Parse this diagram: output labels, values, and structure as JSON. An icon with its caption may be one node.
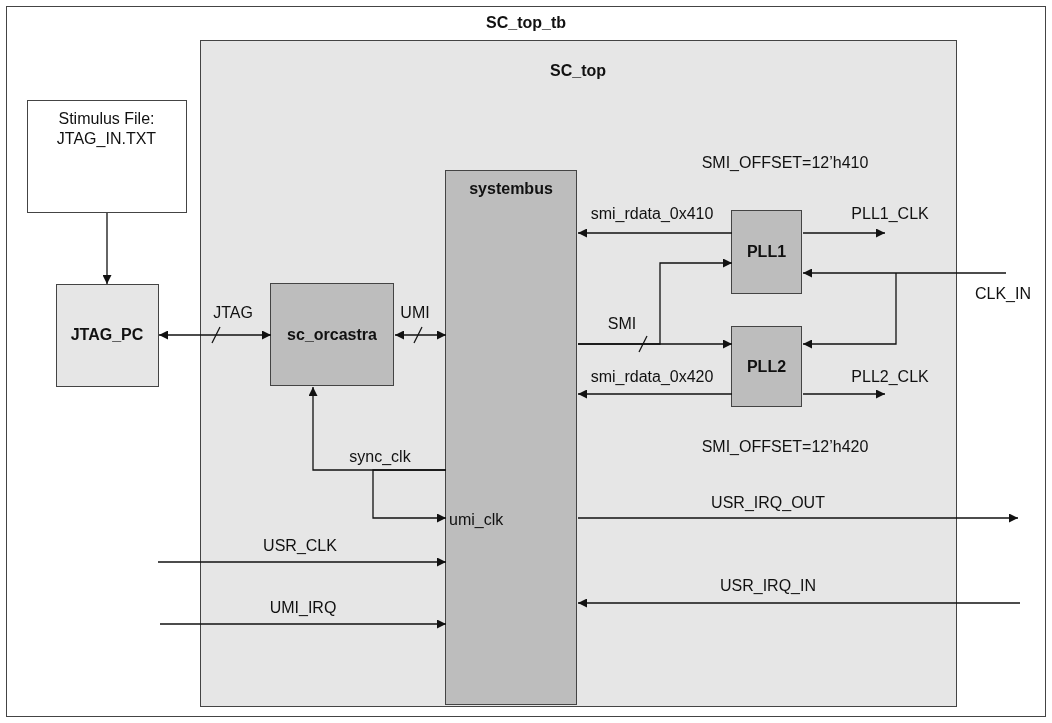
{
  "diagram": {
    "nodes": [
      {
        "text": [
          "SC_top_tb"
        ]
      },
      {
        "text": [
          "SC_top"
        ],
        "in": 0
      },
      {
        "text": [
          "Stimulus File: JTAG_IN.TXT"
        ],
        "in": 0
      },
      {
        "text": [
          "JTAG_PC"
        ],
        "in": 0
      },
      {
        "text": [
          "sc_orcastra"
        ],
        "in": 1
      },
      {
        "text": [
          "systembus"
        ],
        "in": 1
      },
      {
        "text": [
          "PLL1"
        ],
        "in": 1
      },
      {
        "text": [
          "PLL2"
        ],
        "in": 1
      }
    ],
    "edges": [
      {
        "from": 2,
        "to": 3,
        "arrow": "to"
      },
      {
        "from": 3,
        "to": 4,
        "arrow": "both",
        "label": "JTAG"
      },
      {
        "from": 4,
        "to": 5,
        "arrow": "both",
        "label": "UMI"
      },
      {
        "from": 6,
        "to": 5,
        "arrow": "to",
        "label": "smi_rdata_0x410"
      },
      {
        "from": 6,
        "to": null,
        "arrow": "to",
        "label": "PLL1_CLK"
      },
      {
        "from": null,
        "to": 6,
        "arrow": "to",
        "label": "CLK_IN"
      },
      {
        "from": null,
        "to": 7,
        "arrow": "to"
      },
      {
        "from": 5,
        "to": 7,
        "arrow": "to",
        "label": "SMI"
      },
      {
        "from": 5,
        "to": 6,
        "arrow": "to"
      },
      {
        "from": 7,
        "to": 5,
        "arrow": "to",
        "label": "smi_rdata_0x420"
      },
      {
        "from": 7,
        "to": null,
        "arrow": "to",
        "label": "PLL2_CLK"
      },
      {
        "from": 5,
        "to": 4,
        "arrow": "to",
        "label": "sync_clk"
      },
      {
        "from": 5,
        "to": 5,
        "arrow": "to"
      },
      {
        "from": 5,
        "to": null,
        "arrow": "to",
        "label": "USR_IRQ_OUT"
      },
      {
        "from": null,
        "to": 5,
        "arrow": "to",
        "label": "USR_CLK"
      },
      {
        "from": null,
        "to": 5,
        "arrow": "to",
        "label": "USR_IRQ_IN"
      },
      {
        "from": null,
        "to": 5,
        "arrow": "to",
        "label": "UMI_IRQ"
      }
    ],
    "labels": [
      "SMI_OFFSET=12’h410",
      "SMI_OFFSET=12’h420",
      "umi_clk"
    ]
  }
}
